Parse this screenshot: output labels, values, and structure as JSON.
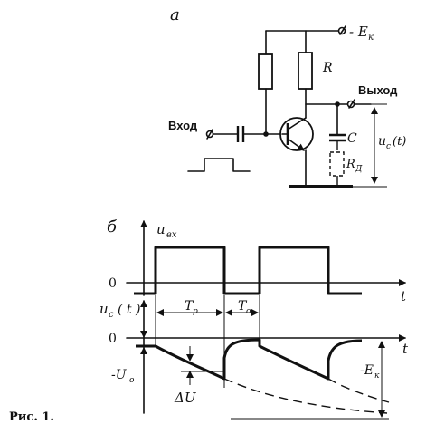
{
  "labels": {
    "part_a": "а",
    "part_b": "б",
    "supply": "- E",
    "supply_sub": "к",
    "resistor_R": "R",
    "output": "Выход",
    "input": "Вход",
    "capacitor_C": "C",
    "resistor_Rd": "R",
    "resistor_Rd_sub": "Д",
    "uc_circuit": "u",
    "uc_circuit_sub": "с",
    "uc_circuit_arg": "(t)",
    "u_in": "u",
    "u_in_sub": "вх",
    "zero_top": "0",
    "t_top": "t",
    "uc_graph": "u",
    "uc_graph_sub": "с",
    "uc_graph_arg": "( t )",
    "zero_bottom": "0",
    "t_bottom": "t",
    "tp": "T",
    "tp_sub": "р",
    "to": "T",
    "to_sub": "о",
    "u0": "-U",
    "u0_sub": "о",
    "ek_graph": "-E",
    "ek_graph_sub": "к",
    "delta_u": "ΔU",
    "caption": "Рис. 1."
  }
}
